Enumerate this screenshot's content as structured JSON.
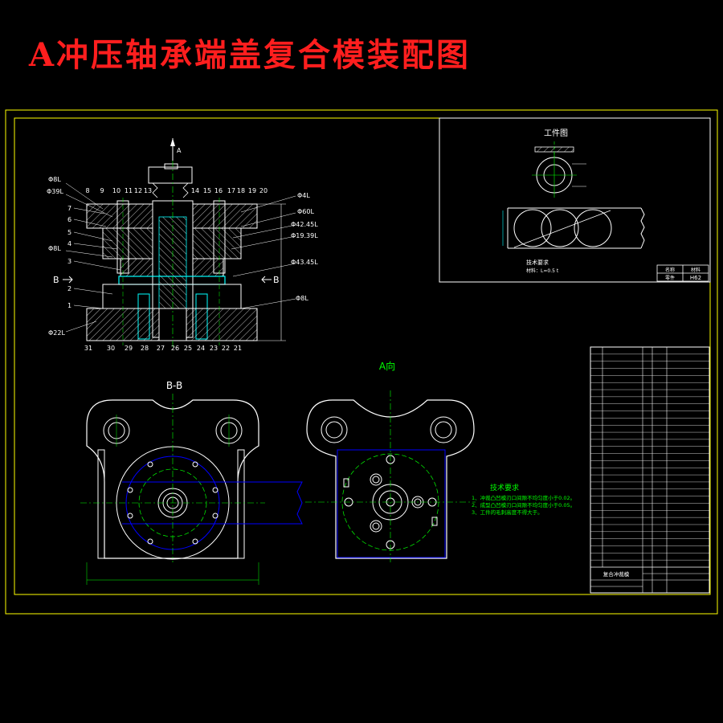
{
  "title": "A冲压轴承端盖复合模装配图",
  "workpiece_title": "工件图",
  "workpiece_req_title": "技术要求",
  "workpiece_req_line": "材料：L=0.5 t",
  "workpiece_material_header": [
    "名称",
    "材料"
  ],
  "workpiece_material_row": [
    "零件",
    "H62"
  ],
  "view_bb_label": "B-B",
  "view_a_label": "A向",
  "view_a_arrow_label": "A",
  "section_marker_b": "B",
  "tech_req_title": "技术要求",
  "tech_req_lines": [
    "1、冲裁凸凹模刃口间隙不均匀度小于0.02。",
    "2、成型凸凹模刃口间隙不均匀度小于0.05。",
    "3、工件的毛刺高度不得大于。"
  ],
  "callouts_top": [
    "8",
    "9",
    "10",
    "11",
    "12",
    "13",
    "14",
    "15",
    "16",
    "17",
    "18",
    "19",
    "20"
  ],
  "callouts_left": [
    "7",
    "6",
    "5",
    "4",
    "3",
    "2",
    "1"
  ],
  "callouts_bottom": [
    "31",
    "30",
    "29",
    "28",
    "27",
    "26",
    "25",
    "24",
    "23",
    "22",
    "21"
  ],
  "dims_left": [
    "Φ8L",
    "Φ39L",
    "Φ8L",
    "Φ22L"
  ],
  "dims_right": [
    "Φ4L",
    "Φ60L",
    "Φ42.45L",
    "Φ19.39L",
    "Φ43.45L",
    "Φ8L"
  ],
  "bom_title": "复合冲裁模",
  "colors": {
    "title": "#ff1e1e",
    "frame": "#ffff00",
    "line": "#ffffff",
    "center": "#00ff00",
    "hidden": "#0000ff",
    "dimension": "#00ffff",
    "note": "#00ff00",
    "hatch": "#ffffff"
  }
}
